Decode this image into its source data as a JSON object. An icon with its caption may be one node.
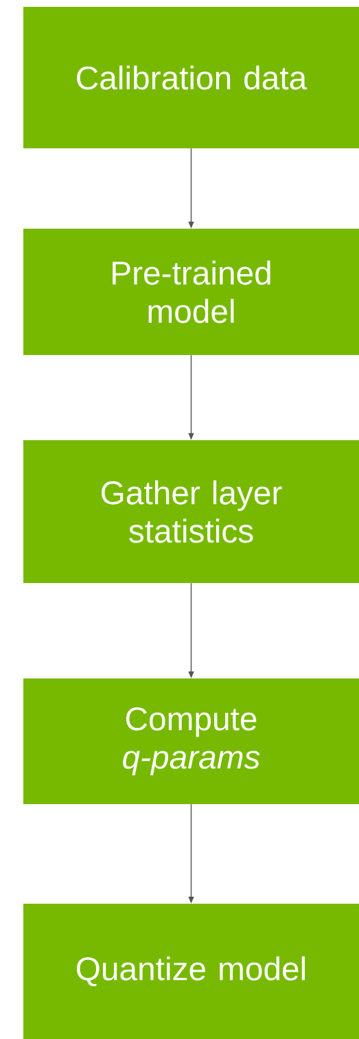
{
  "diagram": {
    "nodes": [
      {
        "text": [
          "Calibration data"
        ]
      },
      {
        "text": [
          "Pre-trained model"
        ]
      },
      {
        "text": [
          "Gather layer statistics"
        ]
      },
      {
        "text": [
          "Compute *q-params*"
        ]
      },
      {
        "text": [
          "Quantize model"
        ]
      }
    ],
    "edges": [
      {
        "from": 0,
        "to": 1,
        "arrow": "to"
      },
      {
        "from": 1,
        "to": 2,
        "arrow": "to"
      },
      {
        "from": 2,
        "to": 3,
        "arrow": "to"
      },
      {
        "from": 3,
        "to": 4,
        "arrow": "to"
      }
    ]
  }
}
